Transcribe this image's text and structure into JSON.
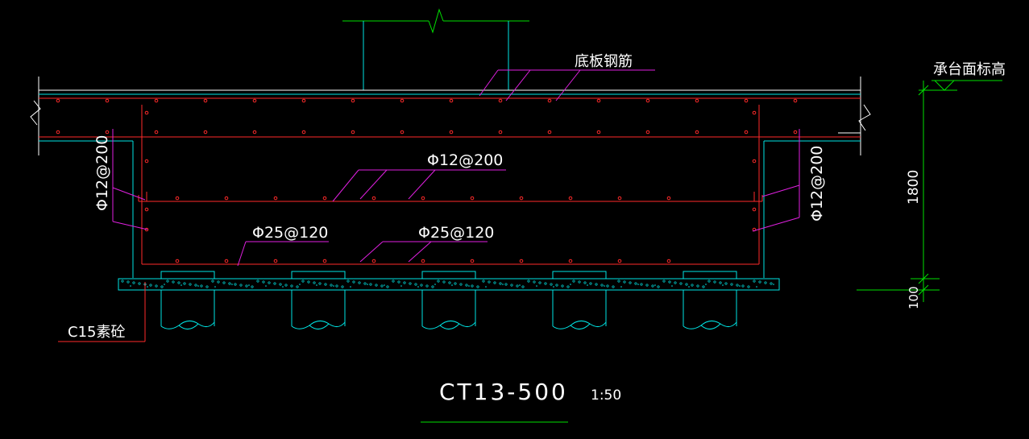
{
  "labels": {
    "bottom_slab_rebar": "底板钢筋",
    "cap_top_elevation": "承台面标高",
    "rebar_middle": "Φ12@200",
    "rebar_left_side": "Φ12@200",
    "rebar_right_side": "Φ12@200",
    "rebar_bottom_left": "Φ25@120",
    "rebar_bottom_right": "Φ25@120",
    "concrete": "C15素砼",
    "dim_height": "1800",
    "dim_bedding": "100",
    "title": "CT13-500",
    "scale": "1:50"
  },
  "colors": {
    "background": "#000000",
    "concrete_outline": "#00e5e5",
    "rebar": "#ff2a2a",
    "leader": "#e020e0",
    "text": "#ffffff",
    "dimension": "#00e000",
    "break_line": "#ffffff"
  }
}
